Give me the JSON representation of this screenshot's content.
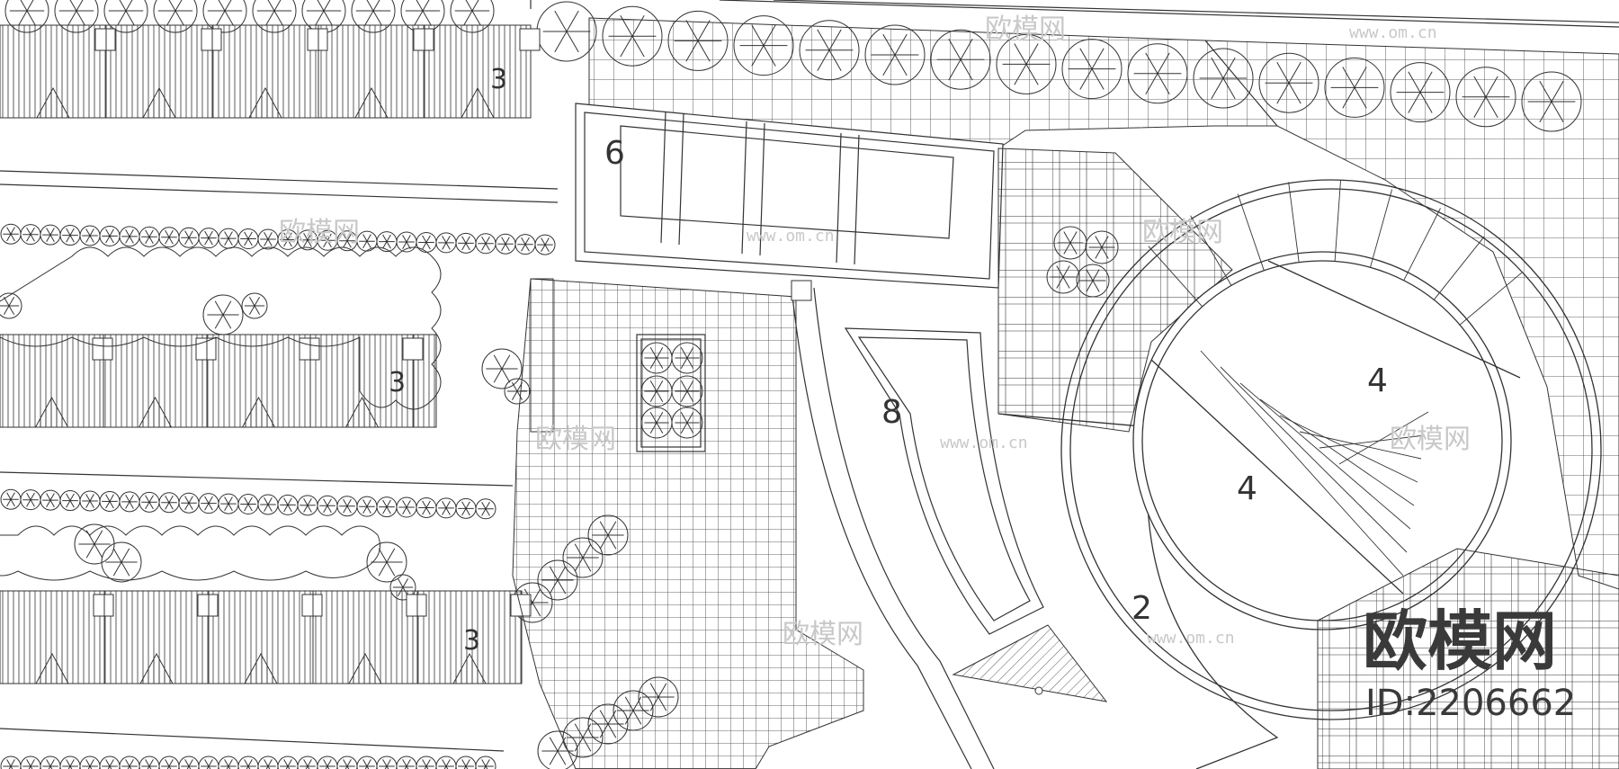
{
  "plan": {
    "zone_labels": [
      "6",
      "8",
      "4",
      "4",
      "2",
      "3",
      "3",
      "3"
    ]
  },
  "watermarks": {
    "brand_text": "欧模网",
    "site_url": "www.om.cn"
  },
  "logo": {
    "brand": "欧模网",
    "id_text": "ID:2206662"
  },
  "colors": {
    "line": "#333333",
    "background": "#ffffff",
    "watermark": "#c8c8c8"
  }
}
